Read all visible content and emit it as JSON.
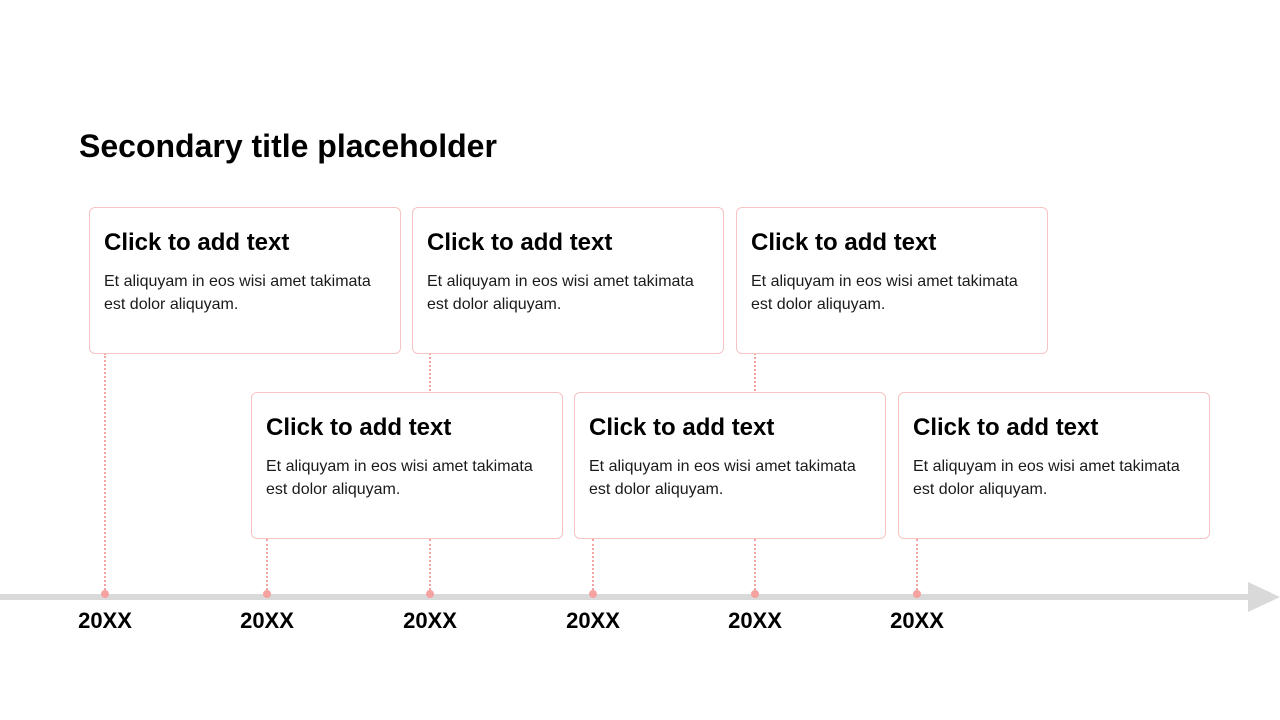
{
  "title": "Secondary title placeholder",
  "colors": {
    "accent": "#f4a3a1",
    "card_border": "#f7c4c3",
    "timeline": "#d9d9d9"
  },
  "events": [
    {
      "year": "20XX",
      "heading": "Click to add text",
      "body": "Et aliquyam in eos wisi amet takimata est dolor aliquyam.",
      "row": "upper"
    },
    {
      "year": "20XX",
      "heading": "Click to add text",
      "body": "Et aliquyam in eos wisi amet takimata est dolor aliquyam.",
      "row": "lower"
    },
    {
      "year": "20XX",
      "heading": "Click to add text",
      "body": "Et aliquyam in eos wisi amet takimata est dolor aliquyam.",
      "row": "upper"
    },
    {
      "year": "20XX",
      "heading": "Click to add text",
      "body": "Et aliquyam in eos wisi amet takimata est dolor aliquyam.",
      "row": "lower"
    },
    {
      "year": "20XX",
      "heading": "Click to add text",
      "body": "Et aliquyam in eos wisi amet takimata est dolor aliquyam.",
      "row": "upper"
    },
    {
      "year": "20XX",
      "heading": "Click to add text",
      "body": "Et aliquyam in eos wisi amet takimata est dolor aliquyam.",
      "row": "lower"
    }
  ]
}
